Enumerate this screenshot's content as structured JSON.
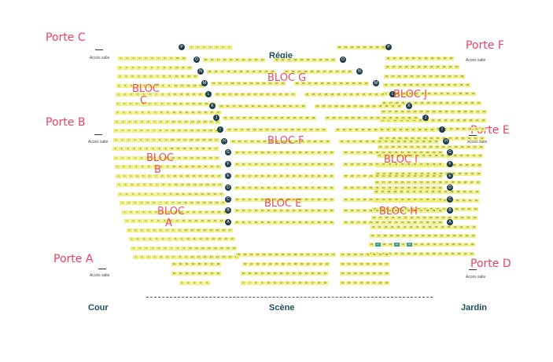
{
  "header": {
    "regie": "Régie"
  },
  "doors": [
    {
      "name": "Porte C",
      "access": "Accès salle"
    },
    {
      "name": "Porte B",
      "access": "Accès salle"
    },
    {
      "name": "Porte A",
      "access": "Accès salle"
    },
    {
      "name": "Porte F",
      "access": "Accès salle"
    },
    {
      "name": "Porte E",
      "access": "Accès salle"
    },
    {
      "name": "Porte D",
      "access": "Accès salle"
    }
  ],
  "blocs": [
    {
      "line1": "BLOC",
      "line2": "C"
    },
    {
      "line1": "BLOC",
      "line2": "B"
    },
    {
      "line1": "BLOC",
      "line2": "A"
    },
    {
      "line1": "BLOC G",
      "line2": ""
    },
    {
      "line1": "BLOC F",
      "line2": ""
    },
    {
      "line1": "BLOC E",
      "line2": ""
    },
    {
      "line1": "BLOC J",
      "line2": ""
    },
    {
      "line1": "BLOC I",
      "line2": ""
    },
    {
      "line1": "BLOC H",
      "line2": ""
    }
  ],
  "footer": {
    "left": "Cour",
    "center": "Scène",
    "right": "Jardin"
  },
  "row_labels": {
    "top": "P",
    "center": [
      "O",
      "N",
      "M",
      "L",
      "K",
      "J",
      "I",
      "H",
      "G",
      "F",
      "E",
      "D",
      "C",
      "B",
      "A"
    ]
  }
}
